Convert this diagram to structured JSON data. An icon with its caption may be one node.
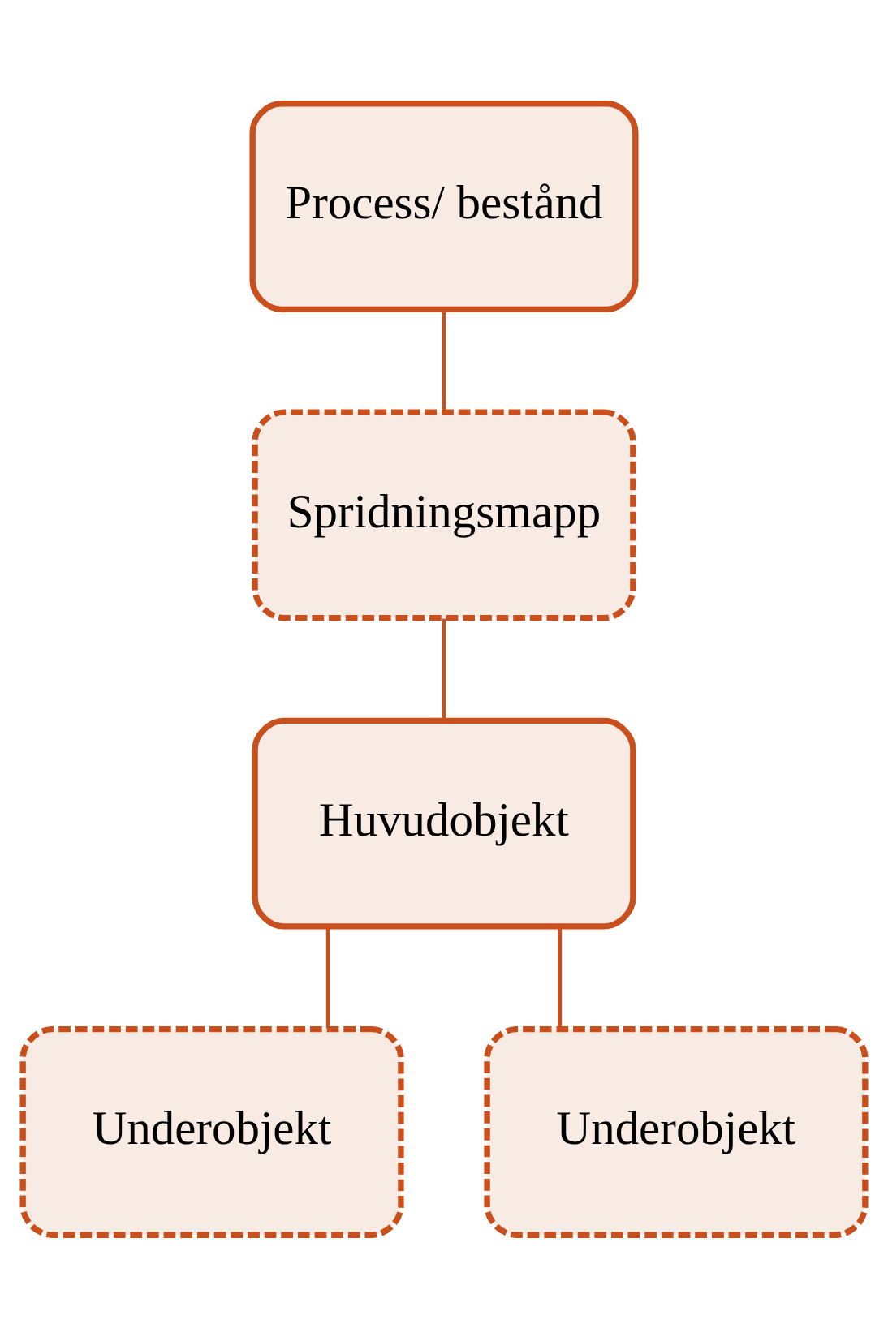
{
  "diagram": {
    "nodes": [
      {
        "text": [
          "Process/ bestånd"
        ]
      },
      {
        "text": [
          "Spridningsmapp"
        ]
      },
      {
        "text": [
          "Huvudobjekt"
        ]
      },
      {
        "text": [
          "Underobjekt"
        ]
      },
      {
        "text": [
          "Underobjekt"
        ]
      }
    ],
    "edges": [
      {
        "from": 0,
        "to": 1,
        "arrow": "none"
      },
      {
        "from": 1,
        "to": 2,
        "arrow": "none"
      },
      {
        "from": 2,
        "to": 3,
        "arrow": "none"
      },
      {
        "from": 2,
        "to": 4,
        "arrow": "none"
      }
    ]
  }
}
